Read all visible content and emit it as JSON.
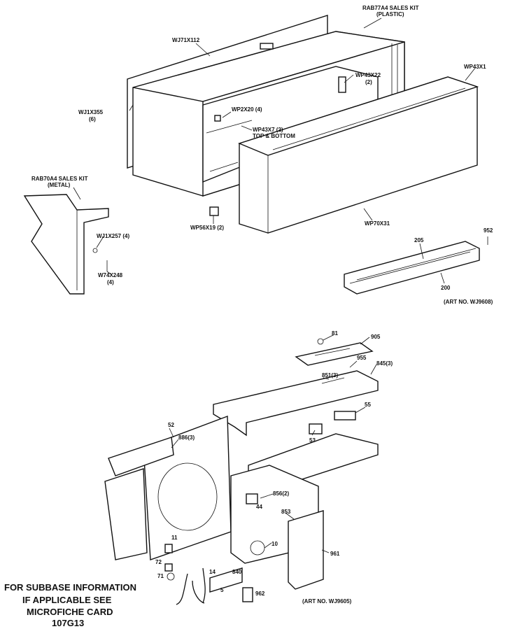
{
  "top_labels": {
    "rab77a4": "RAB77A4 SALES KIT",
    "plastic": "(PLASTIC)",
    "wj71x112": "WJ71X112",
    "wp43x1": "WP43X1",
    "wp43x22": "WP43X22",
    "wp43x22_qty": "(2)",
    "wj1x355": "WJ1X355",
    "wj1x355_qty": "(6)",
    "wp2x20": "WP2X20 (4)",
    "wp43x7": "WP43X7 (2)",
    "top_bottom": "TOP & BOTTOM",
    "rab70a4": "RAB70A4 SALES KIT",
    "metal": "(METAL)",
    "wj1x257": "WJ1X257 (4)",
    "w74x248": "W74X248",
    "w74x248_qty": "(4)",
    "wp56x19": "WP56X19 (2)",
    "wp70x31": "WP70X31",
    "n952": "952",
    "n205": "205",
    "n200": "200",
    "art_no_top": "(ART NO. WJ9608)"
  },
  "bottom_labels": {
    "n81": "81",
    "n905": "905",
    "n955": "955",
    "n845": "845(3)",
    "n851": "851(3)",
    "n55": "55",
    "n52": "52",
    "n886": "886(3)",
    "n53": "53",
    "n44": "44",
    "n856": "856(2)",
    "n853": "853",
    "n10": "10",
    "n961": "961",
    "n11": "11",
    "n72": "72",
    "n71": "71",
    "n14": "14",
    "n5": "5",
    "n840": "840",
    "n962": "962",
    "art_no_bottom": "(ART NO. WJ9605)"
  },
  "note": {
    "line1": "FOR SUBBASE INFORMATION",
    "line2": "IF APPLICABLE SEE",
    "line3": "MICROFICHE CARD",
    "line4": "107G13"
  }
}
